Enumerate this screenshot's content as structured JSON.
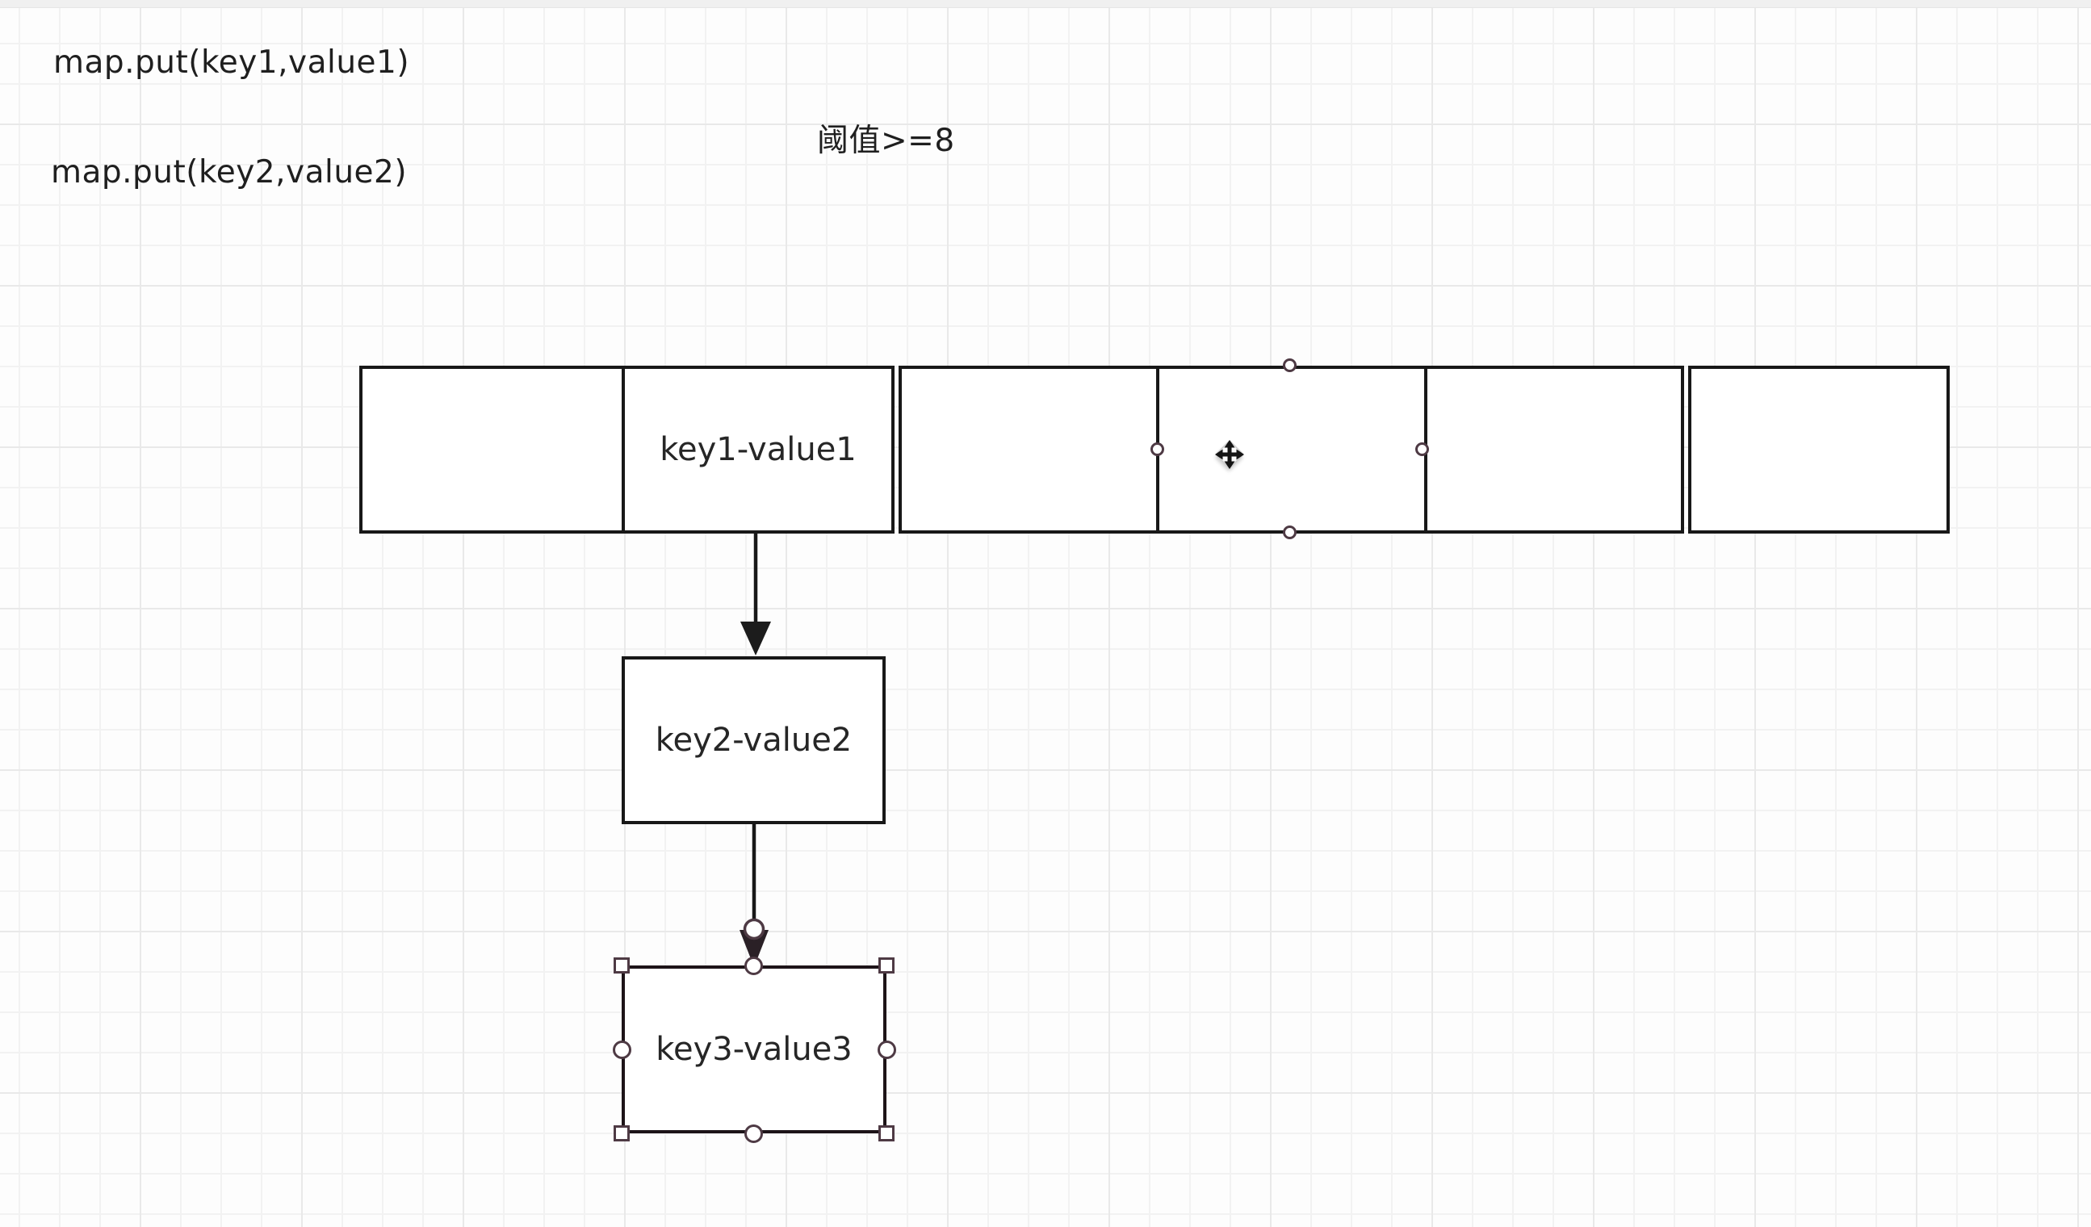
{
  "annotations": {
    "put1": "map.put(key1,value1)",
    "put2": "map.put(key2,value2)",
    "threshold": "阈值>=8"
  },
  "array": {
    "cells": [
      {
        "label": "",
        "selected": false
      },
      {
        "label": "key1-value1",
        "selected": false
      },
      {
        "label": "",
        "selected": false
      },
      {
        "label": "",
        "selected": true
      },
      {
        "label": "",
        "selected": false
      },
      {
        "label": "",
        "selected": false
      }
    ]
  },
  "nodes": [
    {
      "id": "key2",
      "label": "key2-value2",
      "selected": false
    },
    {
      "id": "key3",
      "label": "key3-value3",
      "selected": true
    }
  ],
  "edges": [
    {
      "from": "array-cell-1",
      "to": "key2-node"
    },
    {
      "from": "key2-node",
      "to": "key3-node"
    }
  ],
  "icons": {
    "move_cursor": "move-cursor-icon"
  },
  "colors": {
    "background": "#fdfdfd",
    "topbar": "#f0f0f0",
    "grid_minor": "#f2f2f2",
    "grid_major": "#e9e9e9",
    "shape_border": "#181818",
    "text": "#262626",
    "selection_handle_stroke": "#4e3a44",
    "selection_handle_fill": "#ffffff"
  }
}
